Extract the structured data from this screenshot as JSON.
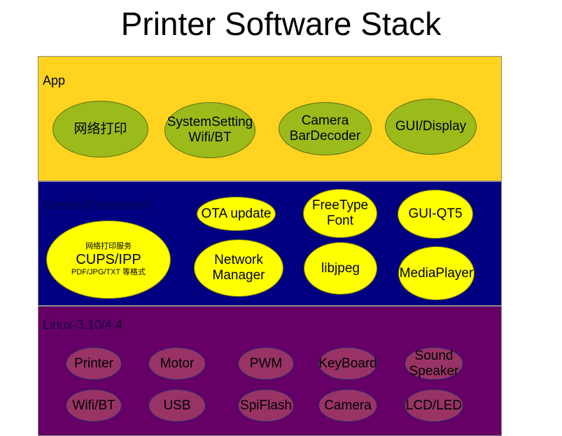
{
  "title": "Printer Software Stack",
  "layers": {
    "app": {
      "label": "App",
      "nodes": [
        {
          "lines": [
            "网络打印"
          ]
        },
        {
          "lines": [
            "SystemSetting",
            "Wifi/BT"
          ]
        },
        {
          "lines": [
            "Camera",
            "BarDecoder"
          ]
        },
        {
          "lines": [
            "GUI/Display"
          ]
        }
      ]
    },
    "service": {
      "label": "Service/Framework",
      "cups": {
        "line1": "网络打印服务",
        "line2": "CUPS/IPP",
        "line3": "PDF/JPG/TXT 等格式"
      },
      "nodes": [
        {
          "lines": [
            "OTA update"
          ]
        },
        {
          "lines": [
            "FreeType",
            "Font"
          ]
        },
        {
          "lines": [
            "GUI-QT5"
          ]
        },
        {
          "lines": [
            "Network",
            "Manager"
          ]
        },
        {
          "lines": [
            "libjpeg"
          ]
        },
        {
          "lines": [
            "MediaPlayer"
          ]
        }
      ]
    },
    "linux": {
      "label": "Linux-3.10/4.4",
      "nodes": [
        {
          "lines": [
            "Printer"
          ]
        },
        {
          "lines": [
            "Motor"
          ]
        },
        {
          "lines": [
            "PWM"
          ]
        },
        {
          "lines": [
            "KeyBoard"
          ]
        },
        {
          "lines": [
            "Sound",
            "Speaker"
          ]
        },
        {
          "lines": [
            "Wifi/BT"
          ]
        },
        {
          "lines": [
            "USB"
          ]
        },
        {
          "lines": [
            "SpiFlash"
          ]
        },
        {
          "lines": [
            "Camera"
          ]
        },
        {
          "lines": [
            "LCD/LED"
          ]
        }
      ]
    }
  },
  "colors": {
    "app_layer": "#ffd320",
    "app_node": "#9bbb1a",
    "service_layer": "#000080",
    "service_node": "#ffff00",
    "linux_layer": "#660066",
    "linux_node": "#993366"
  }
}
